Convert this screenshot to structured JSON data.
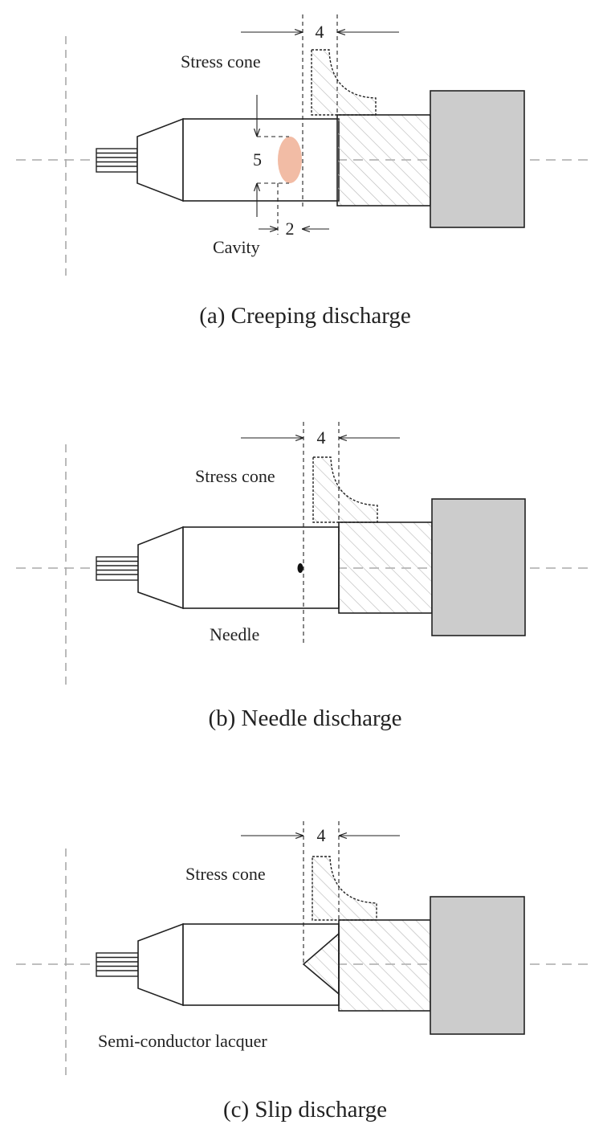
{
  "panels": [
    {
      "caption": "(a) Creeping discharge",
      "stress_cone_label": "Stress cone",
      "dim_top": "4",
      "dim_height": "5",
      "dim_width": "2",
      "defect_label": "Cavity"
    },
    {
      "caption": "(b) Needle discharge",
      "stress_cone_label": "Stress cone",
      "dim_top": "4",
      "defect_label": "Needle"
    },
    {
      "caption": "(c) Slip discharge",
      "stress_cone_label": "Stress cone",
      "dim_top": "4",
      "defect_label": "Semi-conductor lacquer"
    }
  ],
  "colors": {
    "cavity": "#f2bca5",
    "block": "#cccccc",
    "outline": "#222222",
    "guide": "#aaaaaa"
  }
}
